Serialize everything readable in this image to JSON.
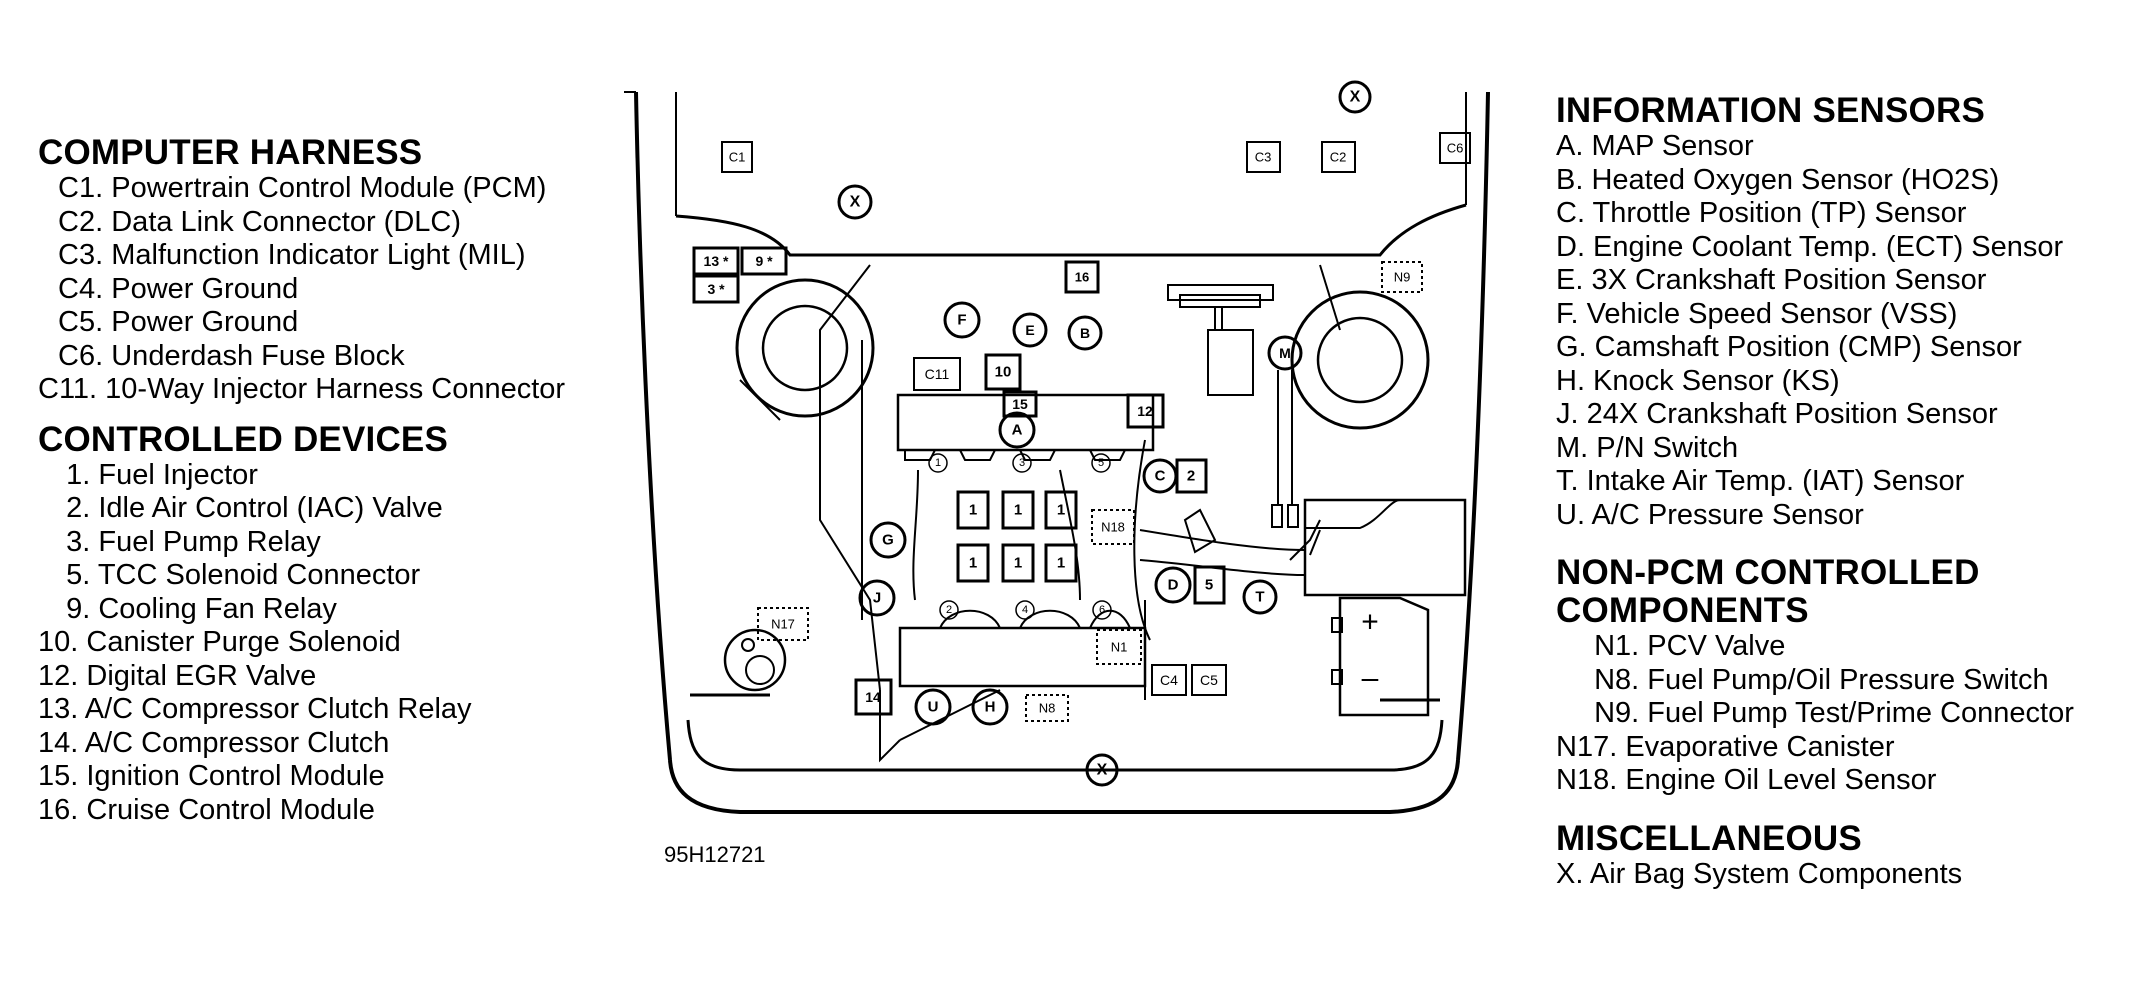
{
  "left_legend": {
    "sections": [
      {
        "title": "COMPUTER HARNESS",
        "items": [
          " C1. Powertrain Control Module (PCM)",
          " C2. Data Link Connector (DLC)",
          " C3. Malfunction Indicator Light (MIL)",
          " C4. Power Ground",
          " C5. Power Ground",
          " C6. Underdash Fuse Block",
          "C11. 10-Way Injector Harness Connector"
        ]
      },
      {
        "title": "CONTROLLED DEVICES",
        "items": [
          "  1. Fuel Injector",
          "  2. Idle Air Control (IAC) Valve",
          "  3. Fuel Pump Relay",
          "  5. TCC Solenoid Connector",
          "  9. Cooling Fan Relay",
          "10. Canister Purge Solenoid",
          "12. Digital EGR Valve",
          "13. A/C Compressor Clutch Relay",
          "14. A/C Compressor Clutch",
          "15. Ignition Control Module",
          "16. Cruise Control Module"
        ]
      }
    ]
  },
  "right_legend": {
    "sections": [
      {
        "title": "INFORMATION SENSORS",
        "items": [
          "A. MAP Sensor",
          "B. Heated Oxygen Sensor (HO2S)",
          "C. Throttle Position (TP) Sensor",
          "D. Engine Coolant Temp. (ECT) Sensor",
          "E. 3X Crankshaft Position Sensor",
          "F. Vehicle Speed Sensor (VSS)",
          "G. Camshaft Position (CMP) Sensor",
          "H. Knock Sensor (KS)",
          "J. 24X Crankshaft Position Sensor",
          "M. P/N Switch",
          "T. Intake Air Temp. (IAT) Sensor",
          "U. A/C Pressure Sensor"
        ]
      },
      {
        "title": "NON-PCM CONTROLLED COMPONENTS",
        "items": [
          "  N1. PCV Valve",
          "  N8. Fuel Pump/Oil Pressure Switch",
          "  N9. Fuel Pump Test/Prime Connector",
          "N17. Evaporative Canister",
          "N18. Engine Oil Level Sensor"
        ]
      },
      {
        "title": "MISCELLANEOUS",
        "items": [
          "X. Air Bag System Components"
        ]
      }
    ]
  },
  "figure_number": "95H12721",
  "diagram_labels": {
    "C1": "C1",
    "C2": "C2",
    "C3": "C3",
    "C4": "C4",
    "C5": "C5",
    "C6": "C6",
    "C11": "C11",
    "d13": "13 *",
    "d9": "9 *",
    "d3": "3 *",
    "d16": "16",
    "d10": "10",
    "d15": "15",
    "d12": "12",
    "d2": "2",
    "d5": "5",
    "d14": "14",
    "d1": "1",
    "N1": "N1",
    "N8": "N8",
    "N9": "N9",
    "N17": "N17",
    "N18": "N18",
    "A": "A",
    "B": "B",
    "C": "C",
    "D": "D",
    "E": "E",
    "F": "F",
    "G": "G",
    "H": "H",
    "J": "J",
    "M": "M",
    "T": "T",
    "U": "U",
    "X": "X",
    "i1": "1",
    "i2": "2",
    "i3": "3",
    "i4": "4",
    "i5": "5",
    "i6": "6",
    "plus": "+",
    "minus": "–"
  }
}
